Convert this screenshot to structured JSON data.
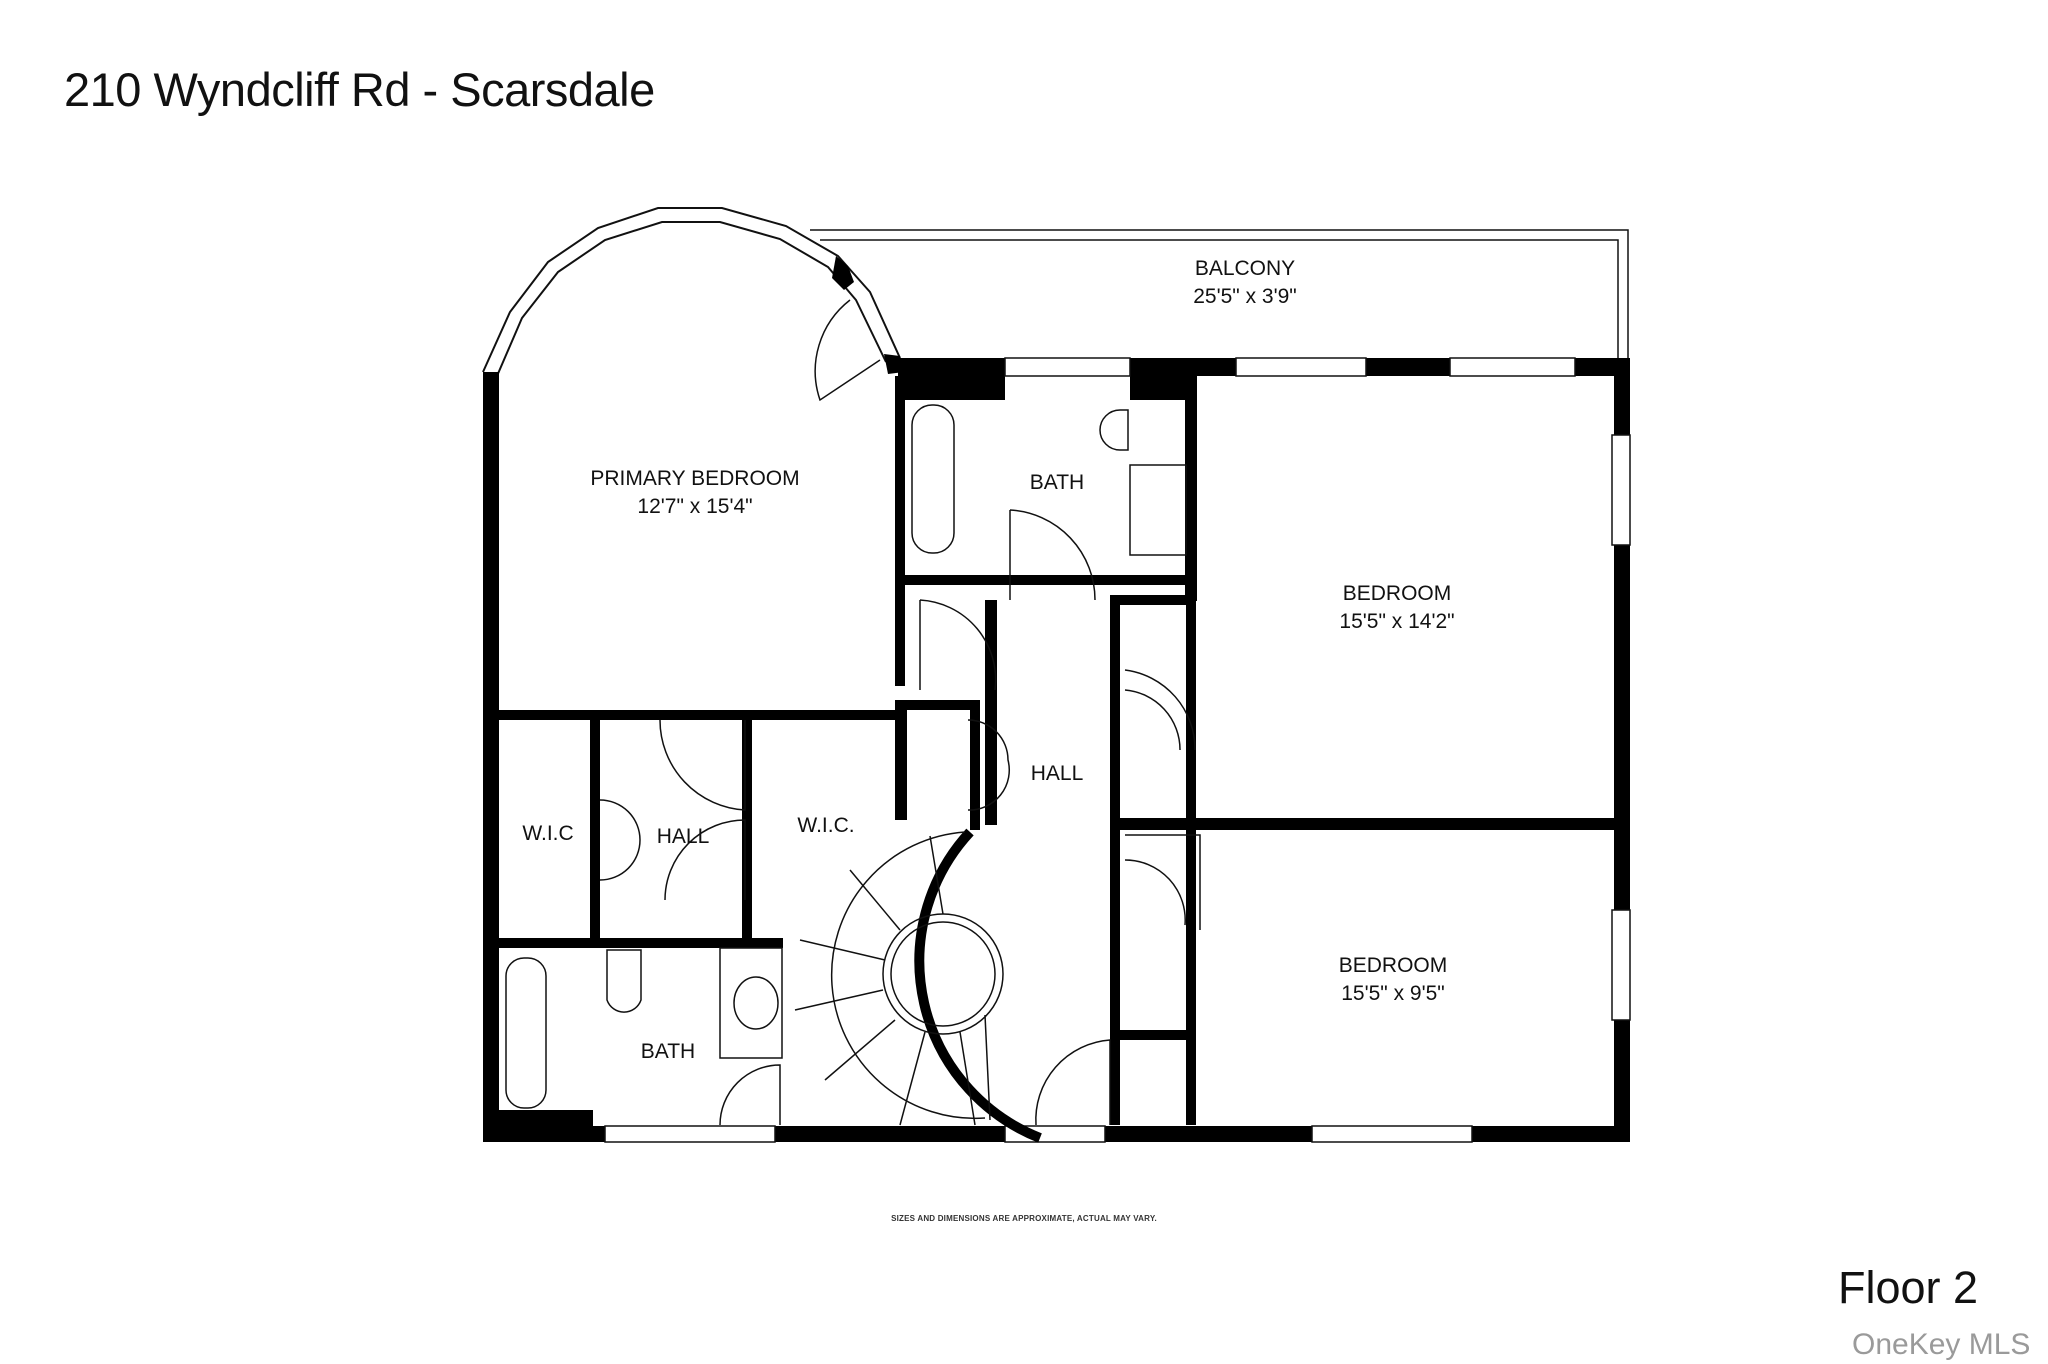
{
  "header": {
    "title": "210 Wyndcliff Rd - Scarsdale"
  },
  "floor": {
    "label": "Floor 2"
  },
  "disclaimer": "SIZES AND DIMENSIONS ARE APPROXIMATE, ACTUAL MAY VARY.",
  "watermark": "OneKey MLS",
  "rooms": [
    {
      "name": "BALCONY",
      "dims": "25'5\" x 3'9\""
    },
    {
      "name": "PRIMARY BEDROOM",
      "dims": "12'7\" x 15'4\""
    },
    {
      "name": "BATH",
      "dims": ""
    },
    {
      "name": "BEDROOM",
      "dims": "15'5\" x 14'2\""
    },
    {
      "name": "HALL",
      "dims": ""
    },
    {
      "name": "W.I.C",
      "dims": ""
    },
    {
      "name": "HALL",
      "dims": ""
    },
    {
      "name": "W.I.C.",
      "dims": ""
    },
    {
      "name": "BEDROOM",
      "dims": "15'5\" x 9'5\""
    },
    {
      "name": "BATH",
      "dims": ""
    }
  ],
  "colors": {
    "wall": "#000000",
    "line": "#111111",
    "background": "#ffffff",
    "watermark": "#9a9a9a"
  }
}
